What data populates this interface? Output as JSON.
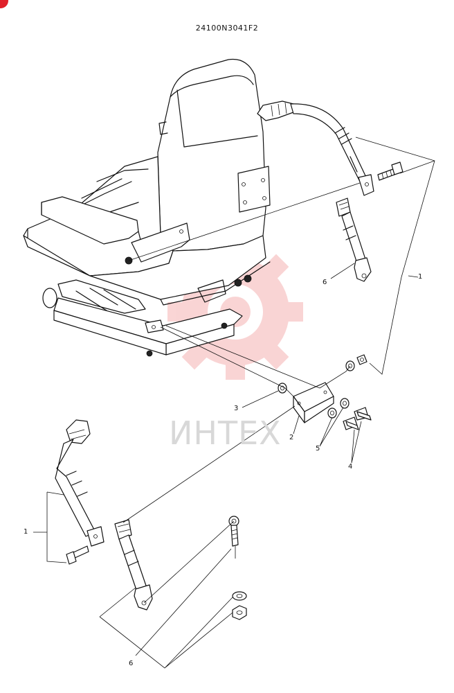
{
  "header": {
    "part_code": "24100N3041F2"
  },
  "watermark": {
    "text": "ИНТЕХ",
    "color": "#e84040"
  },
  "callouts": {
    "belt_assembly_top": "1",
    "bracket": "2",
    "washer_left": "3",
    "bolts": "4",
    "washers": "5",
    "buckle_strap_top": "6",
    "belt_assembly_bottom": "1",
    "anchor_kit_bottom": "6"
  },
  "icons": {
    "corner_badge": "red-circle-icon"
  }
}
